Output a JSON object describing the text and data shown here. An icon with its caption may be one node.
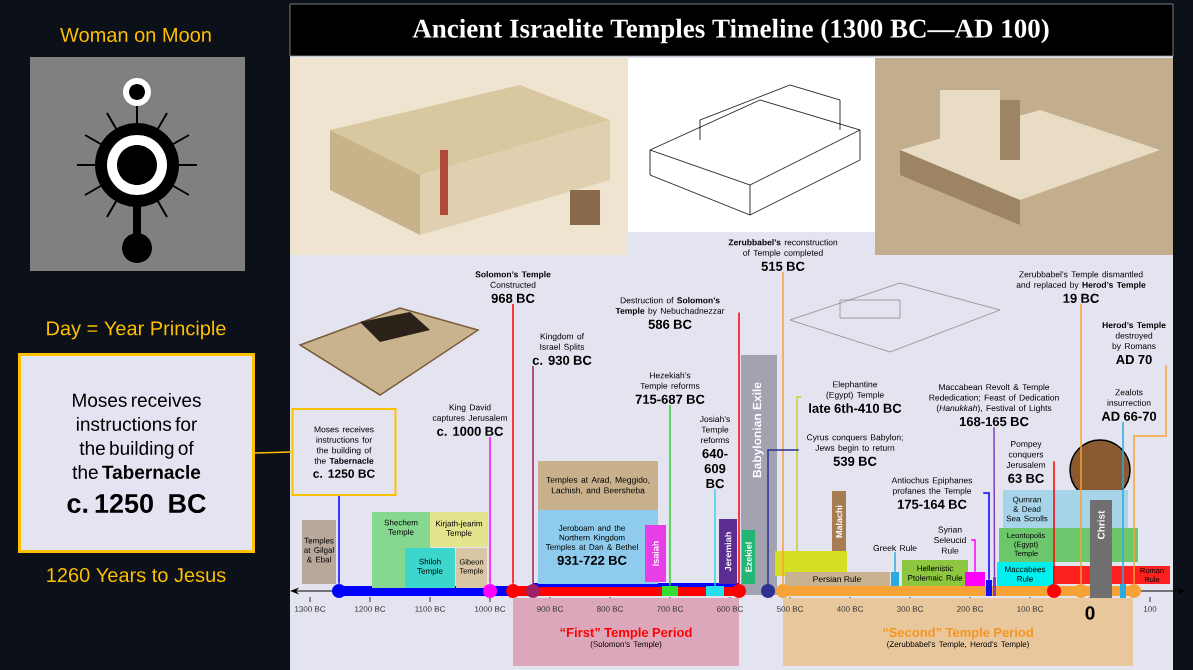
{
  "diagram": {
    "title": "Ancient Israelite Temples Timeline (1300 BC—AD 100)",
    "nodes": [
      {
        "text": [
          "Moses receives instructions for the building of the **Tabernacle**",
          "c. 1250 BC"
        ],
        "beside": [
          "Day = Year Principle",
          "1260 Years to Jesus"
        ]
      },
      {
        "text": [
          "Moses receives instructions for the building of the **Tabernacle**",
          "c. 1250 BC"
        ]
      },
      {
        "text": [
          "King David captures Jerusalem",
          "c. 1000 BC"
        ]
      },
      {
        "text": [
          "**Solomon’s Temple** Constructed",
          "968 BC"
        ]
      },
      {
        "text": [
          "Kingdom of Israel Splits",
          "c. 930 BC"
        ]
      },
      {
        "text": [
          "Hezekiah’s Temple reforms",
          "715-687 BC"
        ]
      },
      {
        "text": [
          "Josiah’s Temple reforms",
          "640-609 BC"
        ]
      },
      {
        "text": [
          "Destruction of **Solomon’s Temple** by Nebuchadnezzar",
          "586 BC"
        ]
      },
      {
        "text": [
          "**Zerubbabel’s** reconstruction of Temple completed",
          "515 BC"
        ]
      },
      {
        "text": [
          "Elephantine (Egypt) Temple",
          "late 6th-410 BC"
        ]
      },
      {
        "text": [
          "Cyrus conquers Babylon; Jews begin to return",
          "539 BC"
        ]
      },
      {
        "text": [
          "Maccabean Revolt & Temple Rededication; Feast of Dedication (*Hanukkah*), Festival of Lights",
          "168-165 BC"
        ]
      },
      {
        "text": [
          "Antiochus Epiphanes profanes the Temple",
          "175-164 BC"
        ]
      },
      {
        "text": [
          "Syrian Seleucid Rule"
        ]
      },
      {
        "text": [
          "Greek Rule"
        ]
      },
      {
        "text": [
          "Pompey conquers Jerusalem",
          "63 BC"
        ]
      },
      {
        "text": [
          "Zerubbabel’s Temple dismantled and replaced by **Herod’s Temple**",
          "19 BC"
        ]
      },
      {
        "text": [
          "**Herod’s Temple** destroyed by Romans",
          "AD 70"
        ]
      },
      {
        "text": [
          "Zealots insurrection",
          "AD 66-70"
        ]
      },
      {
        "text": [
          "Temples at Gilgal & Ebal"
        ]
      },
      {
        "text": [
          "Shechem Temple"
        ]
      },
      {
        "text": [
          "Kirjath-jearim Temple"
        ]
      },
      {
        "text": [
          "Shiloh Temple"
        ]
      },
      {
        "text": [
          "Gibeon Temple"
        ]
      },
      {
        "text": [
          "Temples at Arad, Meggido, Lachish, and Beersheba"
        ]
      },
      {
        "text": [
          "Jeroboam and the Northern Kingdom Temples at Dan & Bethel",
          "931-722 BC"
        ]
      },
      {
        "text": [
          "Isaiah"
        ]
      },
      {
        "text": [
          "Jeremiah"
        ]
      },
      {
        "text": [
          "Babylonian Exile"
        ]
      },
      {
        "text": [
          "Ezekiel"
        ],
        "in": 28
      },
      {
        "text": [
          "Malachi"
        ]
      },
      {
        "text": [],
        "shape": "box"
      },
      {
        "text": [
          "Persian Rule"
        ]
      },
      {
        "text": [
          "Hellenistic Ptolemaic Rule"
        ]
      },
      {
        "text": [
          "Maccabees Rule"
        ]
      },
      {
        "text": [
          "Roman Rule"
        ]
      },
      {
        "text": [
          "Qumran & Dead Sea Scrolls"
        ]
      },
      {
        "text": [
          "Leontopolis (Egypt) Temple"
        ]
      },
      {
        "text": [
          "Christ"
        ]
      },
      {
        "text": [
          "“First” Temple Period",
          "(Solomon’s Temple)"
        ]
      },
      {
        "text": [
          "“Second” Temple Period",
          "(Zerubbabel’s Temple, Herod’s Temple)"
        ]
      },
      {
        "text": [],
        "shape": "circle"
      },
      {
        "text": [],
        "shape": "circle"
      },
      {
        "text": [],
        "shape": "circle"
      },
      {
        "text": [],
        "shape": "circle"
      },
      {
        "text": [],
        "shape": "circle"
      },
      {
        "text": [],
        "shape": "circle"
      },
      {
        "text": [],
        "shape": "circle"
      },
      {
        "text": [],
        "shape": "circle"
      },
      {
        "text": [],
        "shape": "circle"
      },
      {
        "text": [],
        "shape": "circle"
      },
      {
        "text": [],
        "shape": "bar"
      },
      {
        "text": [],
        "shape": "bar"
      },
      {
        "text": [],
        "shape": "bar"
      },
      {
        "text": [],
        "shape": "bar"
      },
      {
        "text": [],
        "shape": "bar"
      },
      {
        "text": [],
        "shape": "bar"
      },
      {
        "text": [],
        "shape": "bar"
      }
    ],
    "edges": [
      {
        "from": 0,
        "to": 1,
        "arrow": "none",
        "color": "#ffc000"
      },
      {
        "from": 1,
        "to": 41,
        "arrow": "none",
        "color": "#0000ff"
      },
      {
        "from": 2,
        "to": 42,
        "arrow": "none",
        "color": "#ff00ff"
      },
      {
        "from": 3,
        "to": 43,
        "arrow": "none",
        "color": "#ff0000"
      },
      {
        "from": 4,
        "to": 44,
        "arrow": "none",
        "color": "#9e1f63"
      },
      {
        "from": 5,
        "to": 51,
        "arrow": "none",
        "color": "#33cc33"
      },
      {
        "from": 6,
        "to": 52,
        "arrow": "none",
        "color": "#33d6e6"
      },
      {
        "from": 7,
        "to": 45,
        "arrow": "none",
        "color": "#ff0000"
      },
      {
        "from": 8,
        "to": 47,
        "arrow": "none",
        "color": "#f7a234"
      },
      {
        "from": 9,
        "to": 31,
        "arrow": "none",
        "color": "#c8d020"
      },
      {
        "from": 10,
        "to": 46,
        "arrow": "none",
        "color": "#2e3192"
      },
      {
        "from": 11,
        "to": 53,
        "arrow": "none",
        "color": "#7f3fbf"
      },
      {
        "from": 12,
        "to": 54,
        "arrow": "none",
        "color": "#0000ff"
      },
      {
        "from": 13,
        "to": 55,
        "arrow": "none",
        "color": "#ff00ff"
      },
      {
        "from": 14,
        "to": 56,
        "arrow": "none",
        "color": "#29abe2"
      },
      {
        "from": 15,
        "to": 48,
        "arrow": "none",
        "color": "#ff0000"
      },
      {
        "from": 16,
        "to": 49,
        "arrow": "none",
        "color": "#f7a234"
      },
      {
        "from": 17,
        "to": 50,
        "arrow": "none",
        "color": "#f7a234"
      },
      {
        "from": 18,
        "to": 57,
        "arrow": "none",
        "color": "#29abe2"
      }
    ],
    "labels": [
      "Woman on Moon",
      "1300 BC",
      "1200 BC",
      "1100 BC",
      "1000 BC",
      "900 BC",
      "800 BC",
      "700 BC",
      "600 BC",
      "500 BC",
      "400 BC",
      "300 BC",
      "200 BC",
      "100 BC",
      "0",
      "100"
    ]
  }
}
